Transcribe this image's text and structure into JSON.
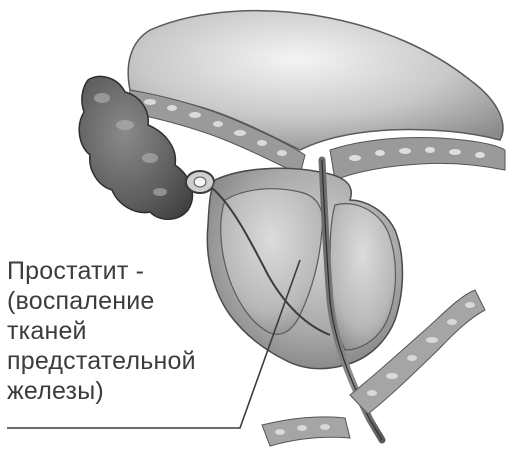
{
  "caption": {
    "lines": [
      "Простатит -",
      "(воспаление",
      "тканей",
      "предстательной",
      "железы)"
    ]
  }
}
